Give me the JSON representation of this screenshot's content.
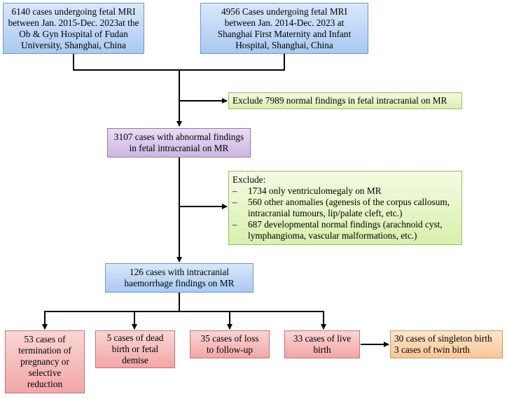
{
  "source_left": {
    "lines": [
      "6140 cases undergoing fetal MRI",
      "between Jan. 2015-Dec. 2023at the",
      "Ob & Gyn Hospital of Fudan",
      "University, Shanghai, China"
    ]
  },
  "source_right": {
    "lines": [
      "4956  Cases undergoing fetal MRI",
      "between Jan. 2014-Dec. 2023 at",
      "Shanghai First Maternity and Infant",
      "Hospital, Shanghai, China"
    ]
  },
  "exclude_normal": {
    "text": "Exclude 7989 normal findings in fetal intracranial on MR"
  },
  "abnormal": {
    "lines": [
      "3107 cases with abnormal findings",
      "in fetal intracranial on MR"
    ]
  },
  "exclude_list": {
    "title": "Exclude:",
    "dash": "–",
    "items": [
      [
        "1734 only ventriculomegaly on MR"
      ],
      [
        "560 other anomalies (agenesis of the corpus callosum,",
        "intracranial tumours, lip/palate cleft, etc.)"
      ],
      [
        "687 developmental normal findings (arachnoid cyst,",
        "lymphangioma, vascular malformations, etc.)"
      ]
    ]
  },
  "haemorrhage": {
    "lines": [
      "126 cases with intracranial",
      "haemorrhage findings on MR"
    ]
  },
  "outcomes": [
    {
      "lines": [
        "53 cases of",
        "termination of",
        "pregnancy or",
        "selective",
        "reduction"
      ]
    },
    {
      "lines": [
        "5 cases of dead",
        "birth or fetal",
        "demise"
      ]
    },
    {
      "lines": [
        "35 cases of loss",
        "to follow-up"
      ]
    },
    {
      "lines": [
        "33 cases of live",
        "birth"
      ]
    }
  ],
  "live_birth_detail": {
    "lines": [
      "30 cases of singleton birth",
      "3 cases of twin birth"
    ]
  }
}
